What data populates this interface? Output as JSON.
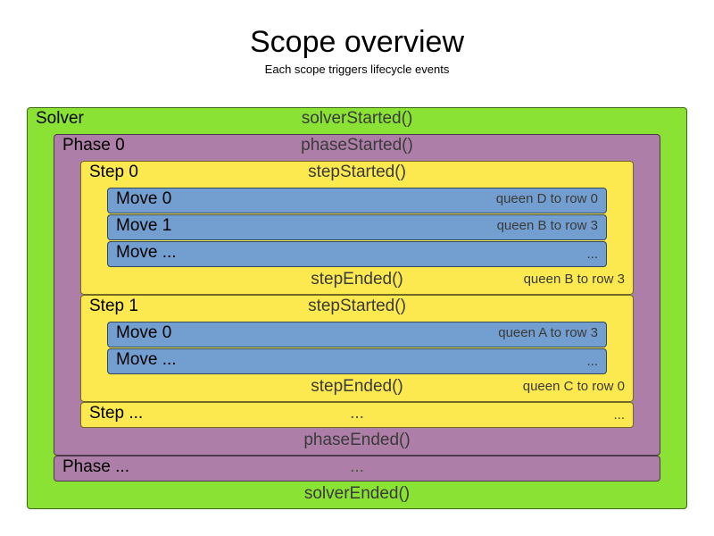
{
  "title": "Scope overview",
  "subtitle": "Each scope triggers lifecycle events",
  "solver": {
    "name": "Solver",
    "started": "solverStarted()",
    "ended": "solverEnded()"
  },
  "phase0": {
    "name": "Phase 0",
    "started": "phaseStarted()",
    "ended": "phaseEnded()"
  },
  "phase_more": {
    "name": "Phase ...",
    "event": "..."
  },
  "step0": {
    "name": "Step 0",
    "started": "stepStarted()",
    "ended": "stepEnded()",
    "ended_note": "queen B to row 3",
    "moves": [
      {
        "name": "Move 0",
        "note": "queen D to row 0"
      },
      {
        "name": "Move 1",
        "note": "queen B to row 3"
      },
      {
        "name": "Move ...",
        "note": "..."
      }
    ]
  },
  "step1": {
    "name": "Step 1",
    "started": "stepStarted()",
    "ended": "stepEnded()",
    "ended_note": "queen C to row 0",
    "moves": [
      {
        "name": "Move 0",
        "note": "queen A to row 3"
      },
      {
        "name": "Move ...",
        "note": "..."
      }
    ]
  },
  "step_more": {
    "name": "Step ...",
    "event": "...",
    "note": "..."
  }
}
